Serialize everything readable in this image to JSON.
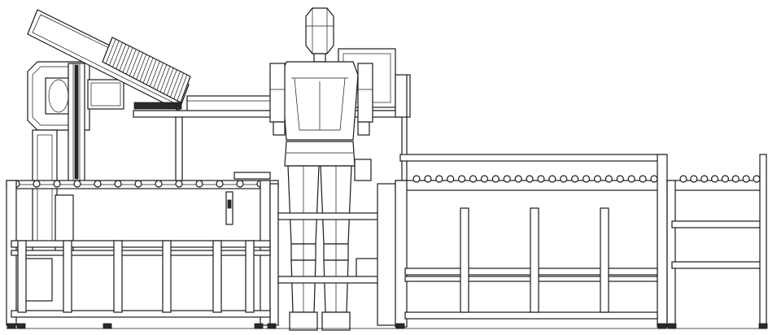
{
  "drawing": {
    "line_color": "#1a1a1a",
    "background": "#ffffff",
    "left_conveyor": {
      "rollers": 13,
      "posts": 6
    },
    "center_conveyor": {
      "rollers": 22,
      "posts": 4
    },
    "right_conveyor": {
      "rollers": 8
    },
    "figure": "mannequin",
    "monitor": "monitor-icon",
    "inclined_loader": "inclined-loader-icon"
  }
}
